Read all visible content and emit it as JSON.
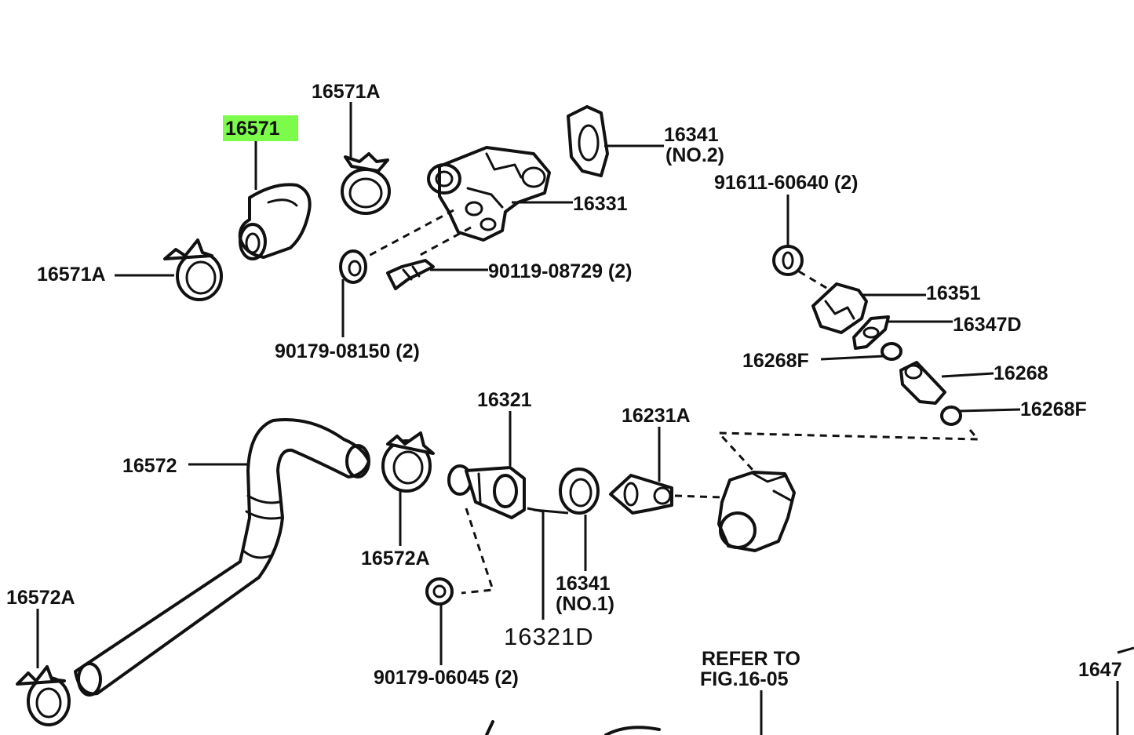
{
  "diagram": {
    "highlight_color": "#7CFC4A",
    "labels": {
      "p16571": "16571",
      "p16571a_top": "16571A",
      "p16571a_left": "16571A",
      "p16341_no2": "16341",
      "p16341_no2_sub": "(NO.2)",
      "p16331": "16331",
      "p91611": "91611-60640 (2)",
      "p90119": "90119-08729 (2)",
      "p90179_08150": "90179-08150 (2)",
      "p16351": "16351",
      "p16347d": "16347D",
      "p16268f_a": "16268F",
      "p16268": "16268",
      "p16268f_b": "16268F",
      "p16321": "16321",
      "p16231a": "16231A",
      "p16572": "16572",
      "p16572a_mid": "16572A",
      "p16572a_left": "16572A",
      "p16341_no1": "16341",
      "p16341_no1_sub": "(NO.1)",
      "p16321d": "16321D",
      "p90179_06045": "90179-06045 (2)",
      "refer_line1": "REFER TO",
      "refer_line2": "FIG.16-05",
      "p1647_cut": "1647"
    }
  }
}
